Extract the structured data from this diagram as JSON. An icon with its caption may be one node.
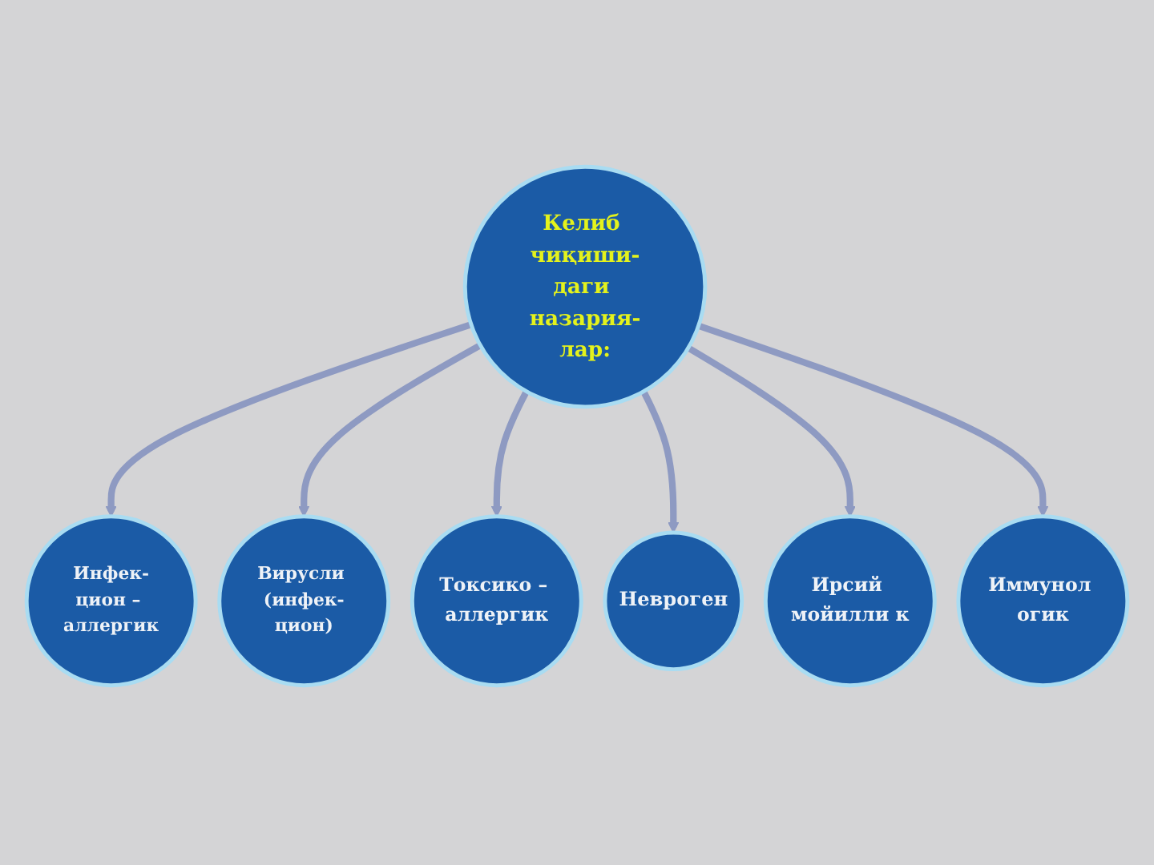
{
  "diagram": {
    "nodes": [
      {
        "text": [
          "Келиб чиқиши-даги назария-лар:"
        ]
      },
      {
        "text": [
          "Инфек-цион – аллергик"
        ]
      },
      {
        "text": [
          "Иммунол огик"
        ]
      },
      {
        "text": [
          "Вирусли (инфек-цион)"
        ]
      },
      {
        "text": [
          "Ирсий мойилли к"
        ]
      },
      {
        "text": [
          "Токсико – аллергик"
        ]
      },
      {
        "text": [
          "Невроген"
        ]
      }
    ],
    "edges": [
      {
        "from": 0,
        "to": 1,
        "arrow": "to"
      },
      {
        "from": 0,
        "to": 3,
        "arrow": "to"
      },
      {
        "from": 0,
        "to": 5,
        "arrow": "to"
      },
      {
        "from": 0,
        "to": 6,
        "arrow": "to"
      },
      {
        "from": 0,
        "to": 4,
        "arrow": "to"
      },
      {
        "from": 0,
        "to": 2,
        "arrow": "to"
      }
    ]
  }
}
